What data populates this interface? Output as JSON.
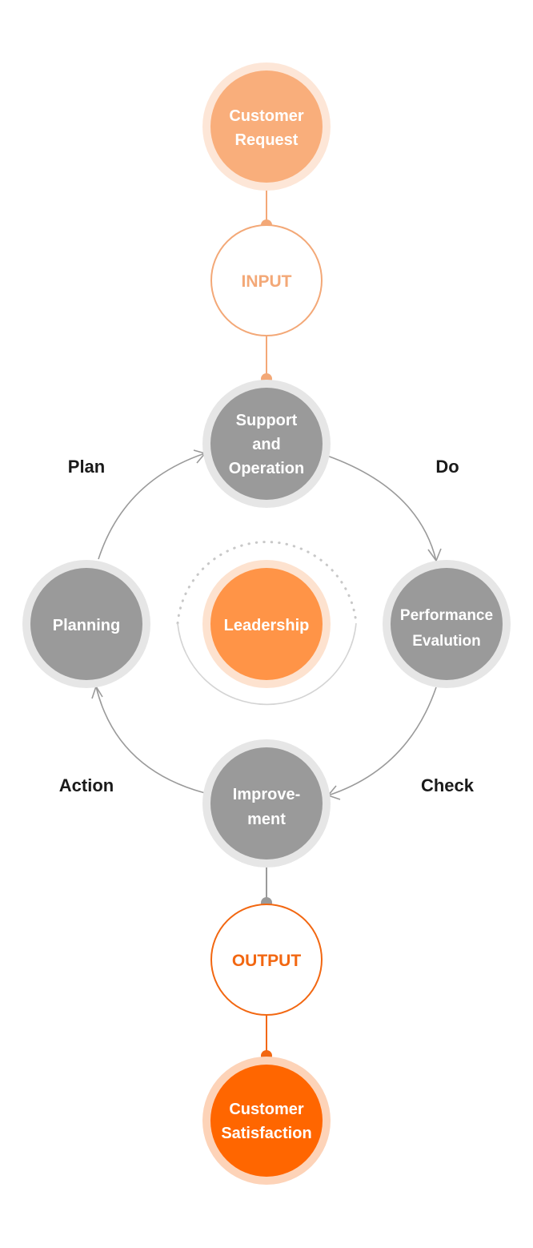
{
  "colors": {
    "request": "#F9AE7B",
    "request_ring": "#FDE6D7",
    "input": "#F3A877",
    "process": "#9A9A9A",
    "process_ring": "#E6E6E6",
    "leadership": "#FF9447",
    "leadership_ring": "#FDE2CF",
    "output": "#F26711",
    "satisfaction": "#FF6600",
    "satisfaction_ring": "#FDD3B8",
    "arrow": "#9A9A9A",
    "halo": "#D4D4D4"
  },
  "nodes": {
    "customer_request": {
      "line1": "Customer",
      "line2": "Request"
    },
    "input": {
      "label": "INPUT"
    },
    "support_operation": {
      "line1": "Support",
      "line2": "and",
      "line3": "Operation"
    },
    "planning": {
      "label": "Planning"
    },
    "leadership": {
      "label": "Leadership"
    },
    "performance_evaluation": {
      "line1": "Performance",
      "line2": "Evalution"
    },
    "improvement": {
      "line1": "Improve-",
      "line2": "ment"
    },
    "output": {
      "label": "OUTPUT"
    },
    "customer_satisfaction": {
      "line1": "Customer",
      "line2": "Satisfaction"
    }
  },
  "pdca": {
    "plan": "Plan",
    "do": "Do",
    "check": "Check",
    "action": "Action"
  }
}
